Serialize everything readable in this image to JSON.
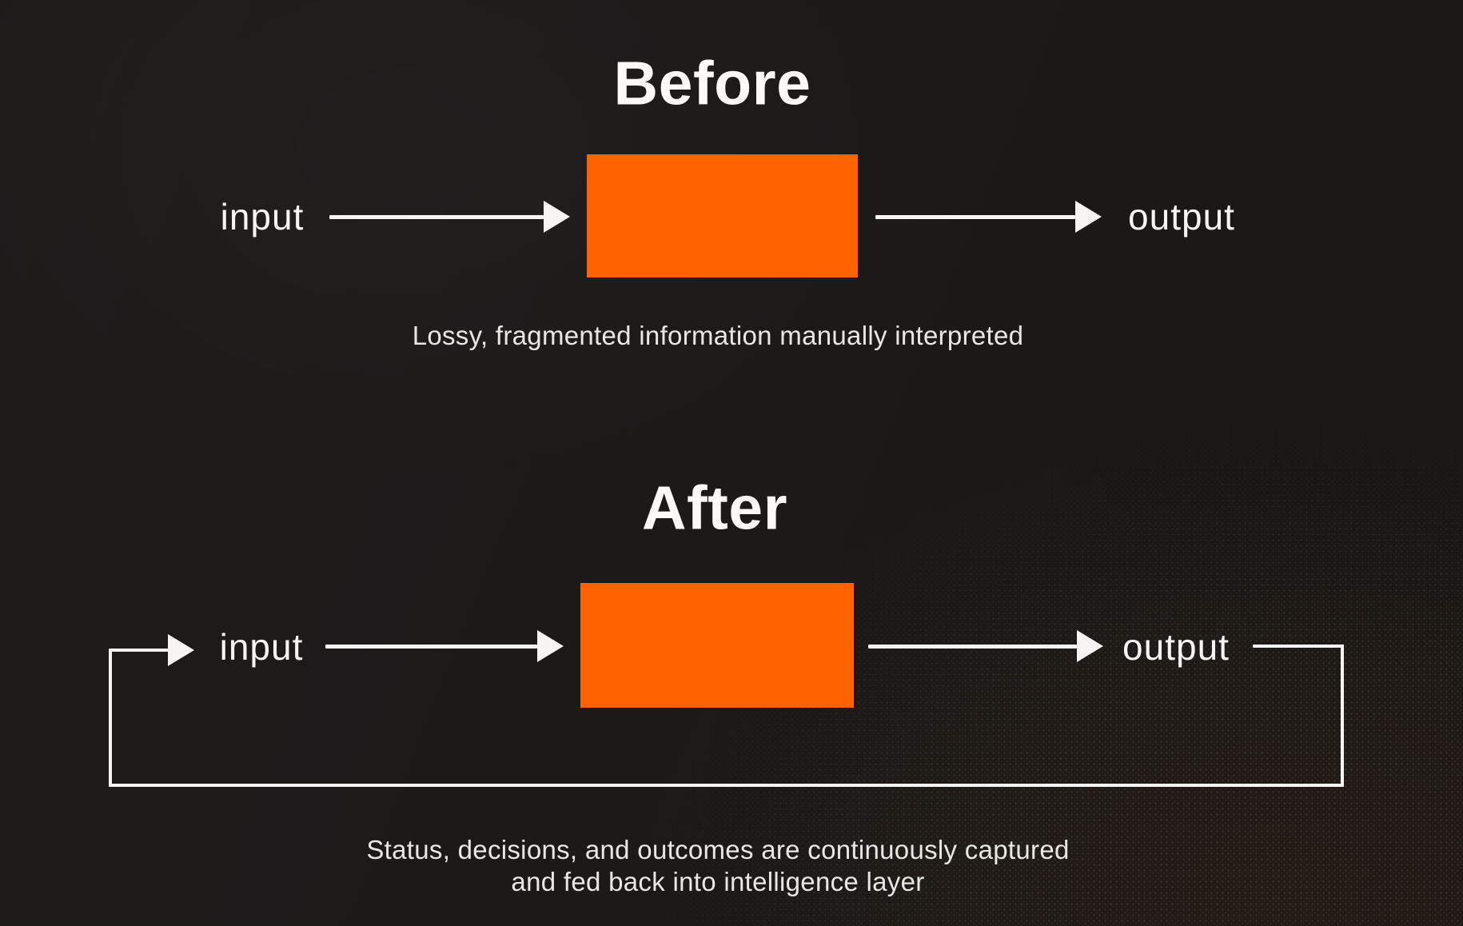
{
  "theme": {
    "accent_orange": "#ff6200",
    "text_primary": "#f7f5f3",
    "text_caption": "#e9e7e4"
  },
  "before": {
    "title": "Before",
    "input_label": "input",
    "output_label": "output",
    "caption": "Lossy, fragmented information manually interpreted"
  },
  "after": {
    "title": "After",
    "input_label": "input",
    "output_label": "output",
    "caption_line1": "Status, decisions, and outcomes are continuously captured",
    "caption_line2": "and fed back into intelligence layer"
  }
}
